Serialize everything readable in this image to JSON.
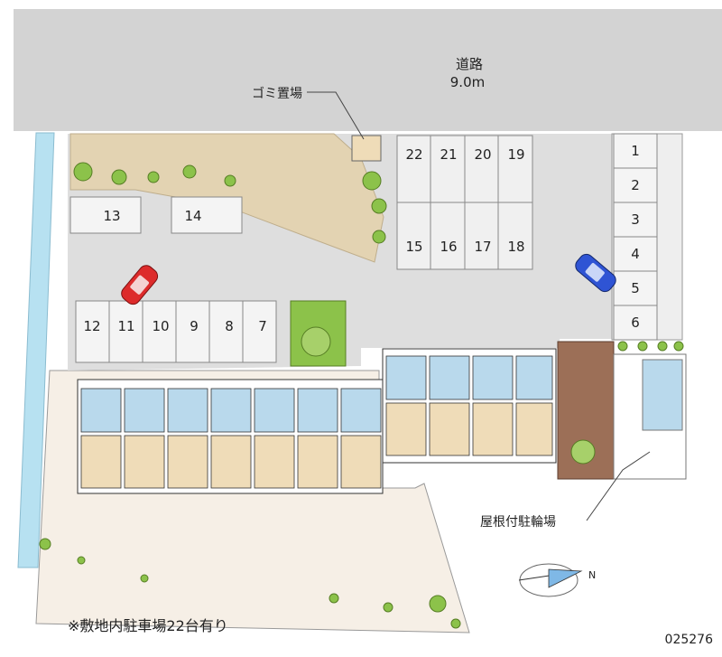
{
  "road": {
    "name": "道路",
    "width": "9.0m"
  },
  "labels": {
    "garbage": "ゴミ置場",
    "bicycle": "屋根付駐輪場"
  },
  "parking": {
    "spaces": [
      "1",
      "2",
      "3",
      "4",
      "5",
      "6",
      "7",
      "8",
      "9",
      "10",
      "11",
      "12",
      "13",
      "14",
      "15",
      "16",
      "17",
      "18",
      "19",
      "20",
      "21",
      "22"
    ],
    "total_note": "※敷地内駐車場22台有り"
  },
  "property_code": "025276",
  "colors": {
    "road": "#d3d3d3",
    "lot": "#dedede",
    "sand": "#e3d3b2",
    "ground": "#f6efe6",
    "canal": "#b7e1f1",
    "green": "#8cc24a",
    "brick": "#9c6f57",
    "unit_blue": "#b9d9ec",
    "unit_tan": "#efdcb8",
    "car_red": "#dd2b2b",
    "car_blue": "#2f54d4"
  }
}
